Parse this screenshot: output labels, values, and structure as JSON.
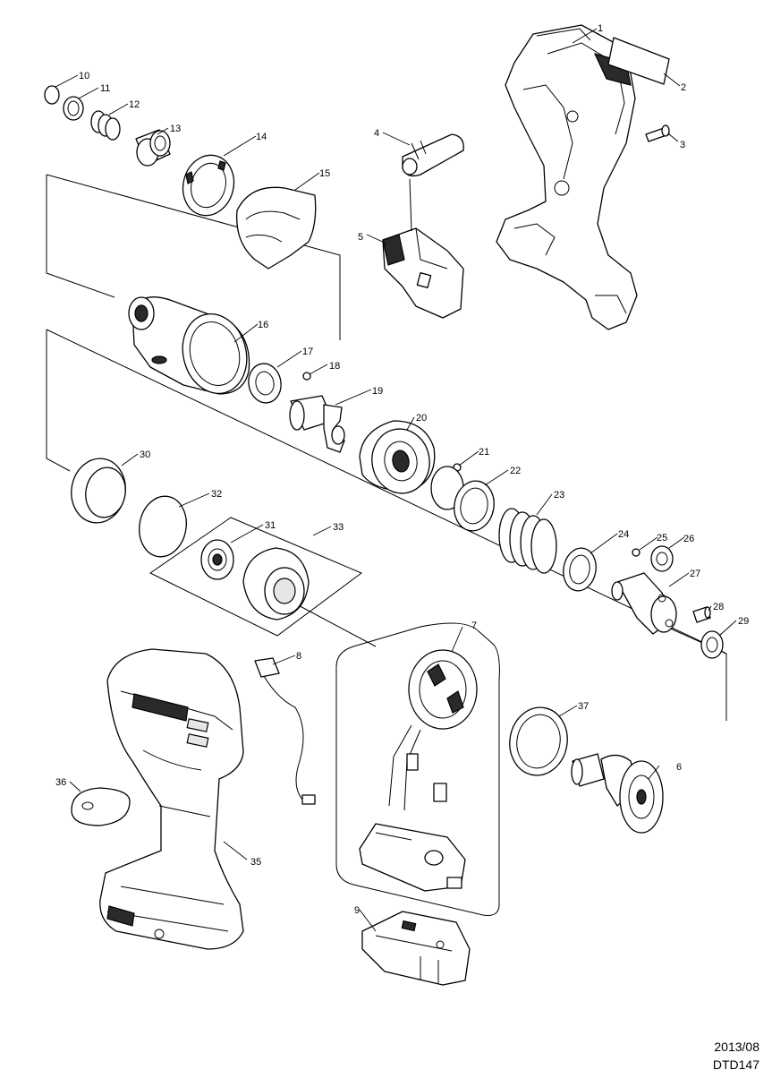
{
  "callouts": [
    "1",
    "2",
    "3",
    "4",
    "5",
    "6",
    "7",
    "8",
    "9",
    "10",
    "11",
    "12",
    "13",
    "14",
    "15",
    "16",
    "17",
    "18",
    "19",
    "20",
    "21",
    "22",
    "23",
    "24",
    "25",
    "26",
    "27",
    "28",
    "29",
    "30",
    "31",
    "32",
    "33",
    "35",
    "36",
    "37"
  ],
  "footer": {
    "date": "2013/08",
    "model": "DTD147"
  },
  "colors": {
    "line": "#000000",
    "background": "#ffffff"
  },
  "icons": {
    "brand_mark_on_housing": "makita-logo-embossed"
  }
}
